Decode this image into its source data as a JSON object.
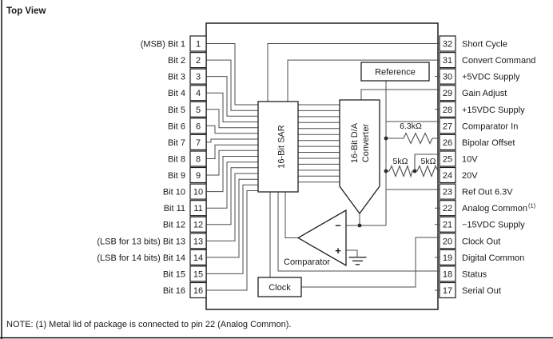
{
  "title": "Top View",
  "note": "NOTE: (1) Metal lid of package is connected to pin 22 (Analog Common).",
  "colors": {
    "wire": "#4d4d4d",
    "stroke": "#1f1f1f",
    "text": "#1a1a1a",
    "background": "#ffffff"
  },
  "pins_left": [
    {
      "num": "1",
      "label": "(MSB) Bit 1"
    },
    {
      "num": "2",
      "label": "Bit 2"
    },
    {
      "num": "3",
      "label": "Bit 3"
    },
    {
      "num": "4",
      "label": "Bit 4"
    },
    {
      "num": "5",
      "label": "Bit 5"
    },
    {
      "num": "6",
      "label": "Bit 6"
    },
    {
      "num": "7",
      "label": "Bit 7"
    },
    {
      "num": "8",
      "label": "Bit 8"
    },
    {
      "num": "9",
      "label": "Bit 9"
    },
    {
      "num": "10",
      "label": "Bit 10"
    },
    {
      "num": "11",
      "label": "Bit 11"
    },
    {
      "num": "12",
      "label": "Bit 12"
    },
    {
      "num": "13",
      "label": "(LSB for 13 bits) Bit 13"
    },
    {
      "num": "14",
      "label": "(LSB for 14 bits) Bit 14"
    },
    {
      "num": "15",
      "label": "Bit 15"
    },
    {
      "num": "16",
      "label": "Bit 16"
    }
  ],
  "pins_right": [
    {
      "num": "32",
      "label": "Short Cycle"
    },
    {
      "num": "31",
      "label": "Convert Command"
    },
    {
      "num": "30",
      "label": "+5VDC Supply"
    },
    {
      "num": "29",
      "label": "Gain Adjust"
    },
    {
      "num": "28",
      "label": "+15VDC Supply"
    },
    {
      "num": "27",
      "label": "Comparator In"
    },
    {
      "num": "26",
      "label": "Bipolar Offset"
    },
    {
      "num": "25",
      "label": "10V"
    },
    {
      "num": "24",
      "label": "20V"
    },
    {
      "num": "23",
      "label": "Ref Out 6.3V"
    },
    {
      "num": "22",
      "label": "Analog Common",
      "sup": "(1)"
    },
    {
      "num": "21",
      "label": "−15VDC Supply"
    },
    {
      "num": "20",
      "label": "Clock Out"
    },
    {
      "num": "19",
      "label": "Digital Common"
    },
    {
      "num": "18",
      "label": "Status"
    },
    {
      "num": "17",
      "label": "Serial Out"
    }
  ],
  "blocks": {
    "sar": "16-Bit SAR",
    "dac_line1": "16-Bit D/A",
    "dac_line2": "Converter",
    "reference": "Reference",
    "comparator": "Comparator",
    "clock": "Clock"
  },
  "resistors": {
    "r_bipolar": "6.3kΩ",
    "r_20v": "5kΩ",
    "r_10v": "5kΩ"
  },
  "opamp": {
    "minus": "−",
    "plus": "+"
  }
}
